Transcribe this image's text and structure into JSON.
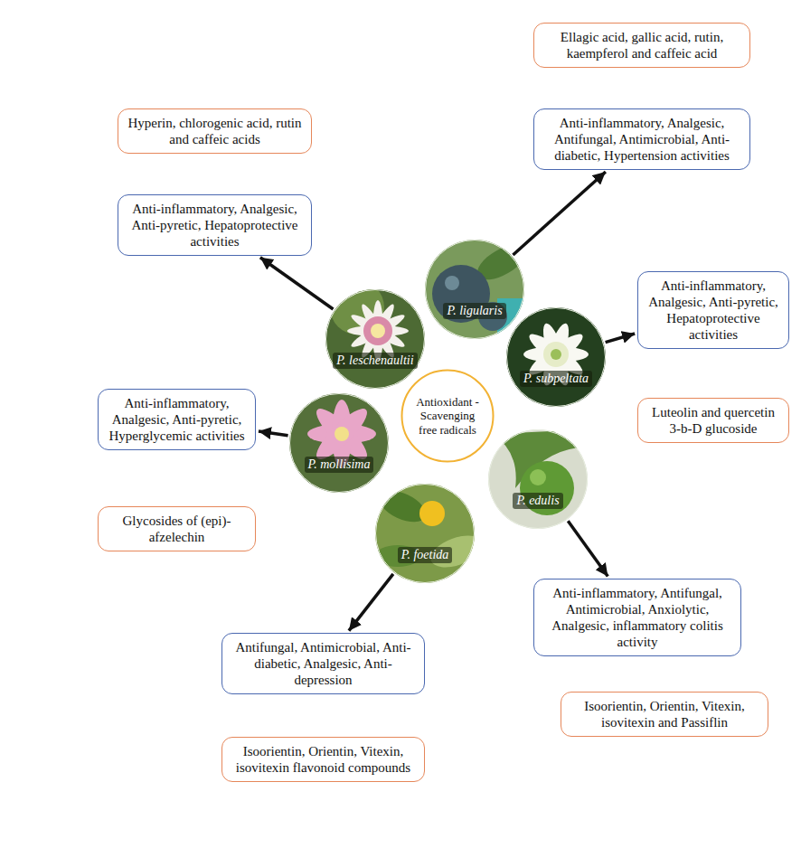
{
  "diagram": {
    "nodes": [
      {
        "text": [
          "Antioxidant - Scavenging free radicals"
        ]
      },
      {
        "text": [
          "P. leschenaultii"
        ]
      },
      {
        "text": [
          "P. ligularis"
        ]
      },
      {
        "text": [
          "P. subpeltata"
        ]
      },
      {
        "text": [
          "P. edulis"
        ]
      },
      {
        "text": [
          "P. foetida"
        ]
      },
      {
        "text": [
          "P. mollisima"
        ]
      },
      {
        "text": [
          "Hyperin, chlorogenic acid, rutin and caffeic acids"
        ]
      },
      {
        "text": [
          "Anti-inflammatory, Analgesic, Anti-pyretic, Hepatoprotective activities"
        ]
      },
      {
        "text": [
          "Ellagic acid, gallic acid, rutin, kaempferol and caffeic acid"
        ]
      },
      {
        "text": [
          "Anti-inflammatory, Analgesic, Antifungal, Antimicrobial, Anti-diabetic, Hypertension activities"
        ]
      },
      {
        "text": [
          "Anti-inflammatory, Analgesic, Anti-pyretic, Hepatoprotective activities"
        ]
      },
      {
        "text": [
          "Luteolin and quercetin 3-b-D glucoside"
        ]
      },
      {
        "text": [
          "Anti-inflammatory, Antifungal, Antimicrobial, Anxiolytic, Analgesic, inflammatory colitis activity"
        ]
      },
      {
        "text": [
          "Isoorientin, Orientin, Vitexin, isovitexin and Passiflin"
        ]
      },
      {
        "text": [
          "Antifungal, Antimicrobial, Anti-diabetic, Analgesic, Anti-depression"
        ]
      },
      {
        "text": [
          "Isoorientin, Orientin, Vitexin, isovitexin flavonoid compounds"
        ]
      },
      {
        "text": [
          "Anti-inflammatory, Analgesic, Anti-pyretic, Hyperglycemic activities"
        ]
      },
      {
        "text": [
          "Glycosides of (epi)-afzelechin"
        ]
      }
    ],
    "edges": [
      {
        "from": 1,
        "to": 8,
        "arrow": "to"
      },
      {
        "from": 2,
        "to": 10,
        "arrow": "to"
      },
      {
        "from": 3,
        "to": 11,
        "arrow": "to"
      },
      {
        "from": 4,
        "to": 13,
        "arrow": "to"
      },
      {
        "from": 5,
        "to": 15,
        "arrow": "to"
      },
      {
        "from": 6,
        "to": 17,
        "arrow": "to"
      }
    ]
  }
}
